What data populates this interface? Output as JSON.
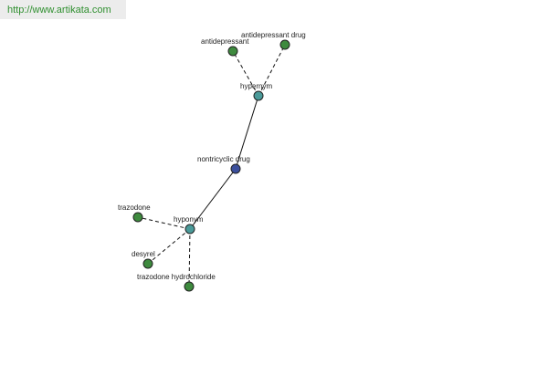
{
  "banner": {
    "url_text": "http://www.artikata.com"
  },
  "colors": {
    "leaf": "#3e8a3e",
    "relation": "#4a9a99",
    "center": "#3b4f9c",
    "banner_bg": "#ececec",
    "link": "#2f8f2f"
  },
  "graph": {
    "center": {
      "label": "nontricyclic drug"
    },
    "hypernym": {
      "label": "hypernym",
      "children": [
        {
          "label": "antidepressant"
        },
        {
          "label": "antidepressant drug"
        }
      ]
    },
    "hyponym": {
      "label": "hyponym",
      "children": [
        {
          "label": "trazodone"
        },
        {
          "label": "desyrel"
        },
        {
          "label": "trazodone hydrochloride"
        }
      ]
    }
  }
}
